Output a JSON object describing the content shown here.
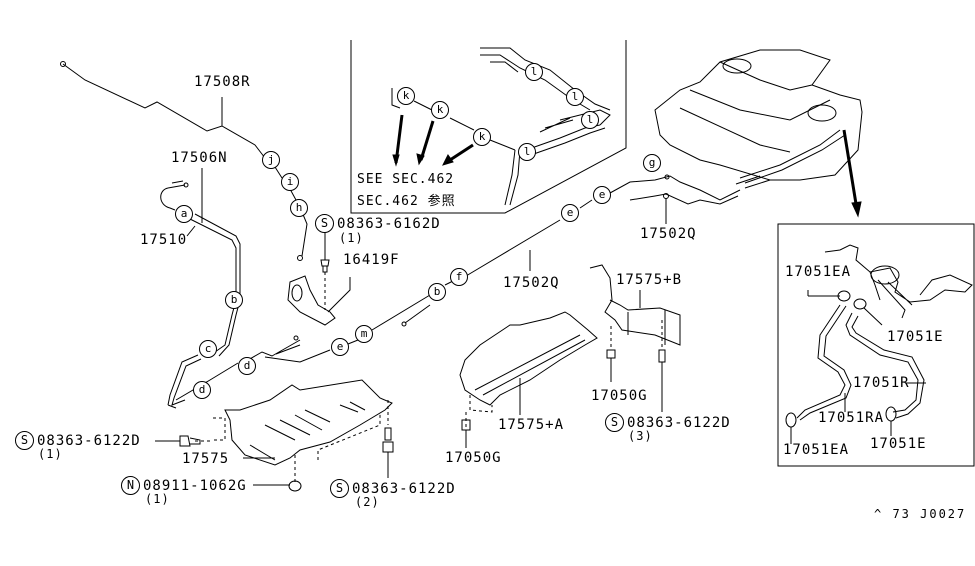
{
  "diagram": {
    "figure_number": "^ 73 J0027",
    "inset_note": {
      "line1": "SEE SEC.462",
      "line2": "SEC.462 参照"
    },
    "parts": {
      "p17508R": "17508R",
      "p17506N": "17506N",
      "p17510": "17510",
      "p16419F": "16419F",
      "p17502Q_a": "17502Q",
      "p17502Q_b": "17502Q",
      "p17575": "17575",
      "p17575A": "17575+A",
      "p17575B": "17575+B",
      "p17050G_a": "17050G",
      "p17050G_b": "17050G",
      "p17051EA_a": "17051EA",
      "p17051EA_b": "17051EA",
      "p17051E_a": "17051E",
      "p17051E_b": "17051E",
      "p17051R": "17051R",
      "p17051RA": "17051RA"
    },
    "fasteners": [
      {
        "symbol": "S",
        "part": "08363-6162D",
        "qty": "(1)"
      },
      {
        "symbol": "S",
        "part": "08363-6122D",
        "qty": "(1)"
      },
      {
        "symbol": "N",
        "part": "08911-1062G",
        "qty": "(1)"
      },
      {
        "symbol": "S",
        "part": "08363-6122D",
        "qty": "(2)"
      },
      {
        "symbol": "S",
        "part": "08363-6122D",
        "qty": "(3)"
      }
    ],
    "connectors": {
      "j": "j",
      "i": "i",
      "h": "h",
      "a": "a",
      "b": "b",
      "c": "c",
      "d": "d",
      "e": "e",
      "m": "m",
      "f": "f",
      "g": "g",
      "k": "k",
      "l": "l"
    }
  }
}
